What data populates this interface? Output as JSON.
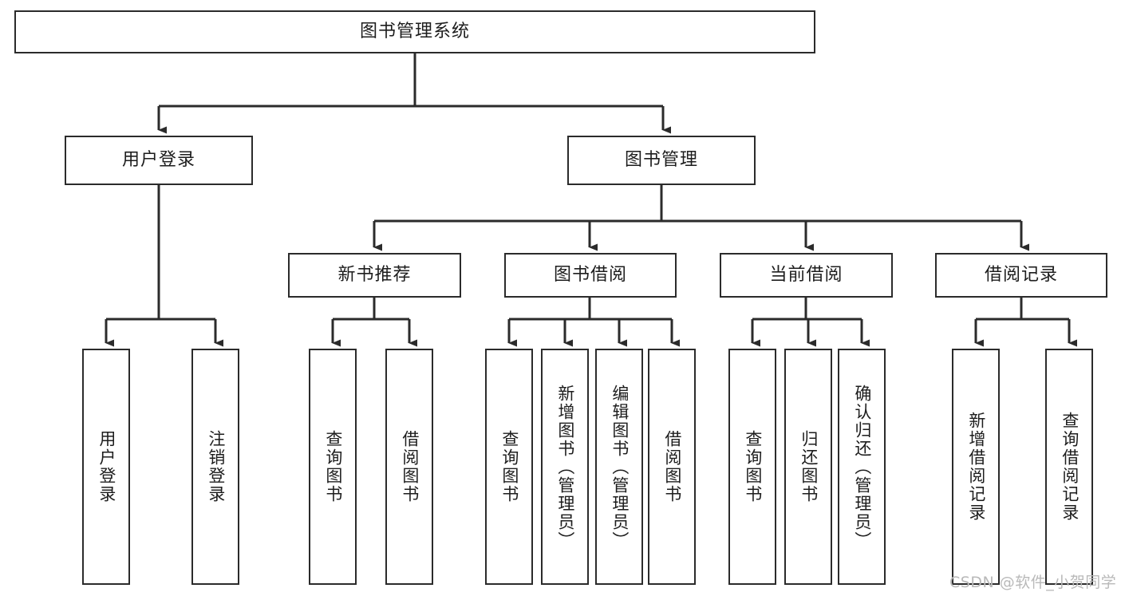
{
  "diagram": {
    "type": "tree-hierarchy",
    "title": "图书管理系统",
    "orientation": "top-down",
    "colors": {
      "box_border": "#2b2b2b",
      "box_fill": "#ffffff",
      "connector": "#2b2b2b",
      "text": "#1d1d1d",
      "watermark": "#b9b9b9",
      "background": "#ffffff"
    }
  },
  "root": {
    "label": "图书管理系统"
  },
  "level2": [
    {
      "label": "用户登录"
    },
    {
      "label": "图书管理"
    }
  ],
  "level3": [
    {
      "label": "新书推荐"
    },
    {
      "label": "图书借阅"
    },
    {
      "label": "当前借阅"
    },
    {
      "label": "借阅记录"
    }
  ],
  "leaves": {
    "user_login": [
      {
        "label": "用户登录"
      },
      {
        "label": "注销登录"
      }
    ],
    "new_book_recommend": [
      {
        "label": "查询图书"
      },
      {
        "label": "借阅图书"
      }
    ],
    "book_borrow": [
      {
        "label": "查询图书"
      },
      {
        "label": "新增图书（管理员）"
      },
      {
        "label": "编辑图书（管理员）"
      },
      {
        "label": "借阅图书"
      }
    ],
    "current_borrow": [
      {
        "label": "查询图书"
      },
      {
        "label": "归还图书"
      },
      {
        "label": "确认归还（管理员）"
      }
    ],
    "borrow_record": [
      {
        "label": "新增借阅记录"
      },
      {
        "label": "查询借阅记录"
      }
    ]
  },
  "watermark": {
    "text": "CSDN @软件_小贺同学"
  }
}
